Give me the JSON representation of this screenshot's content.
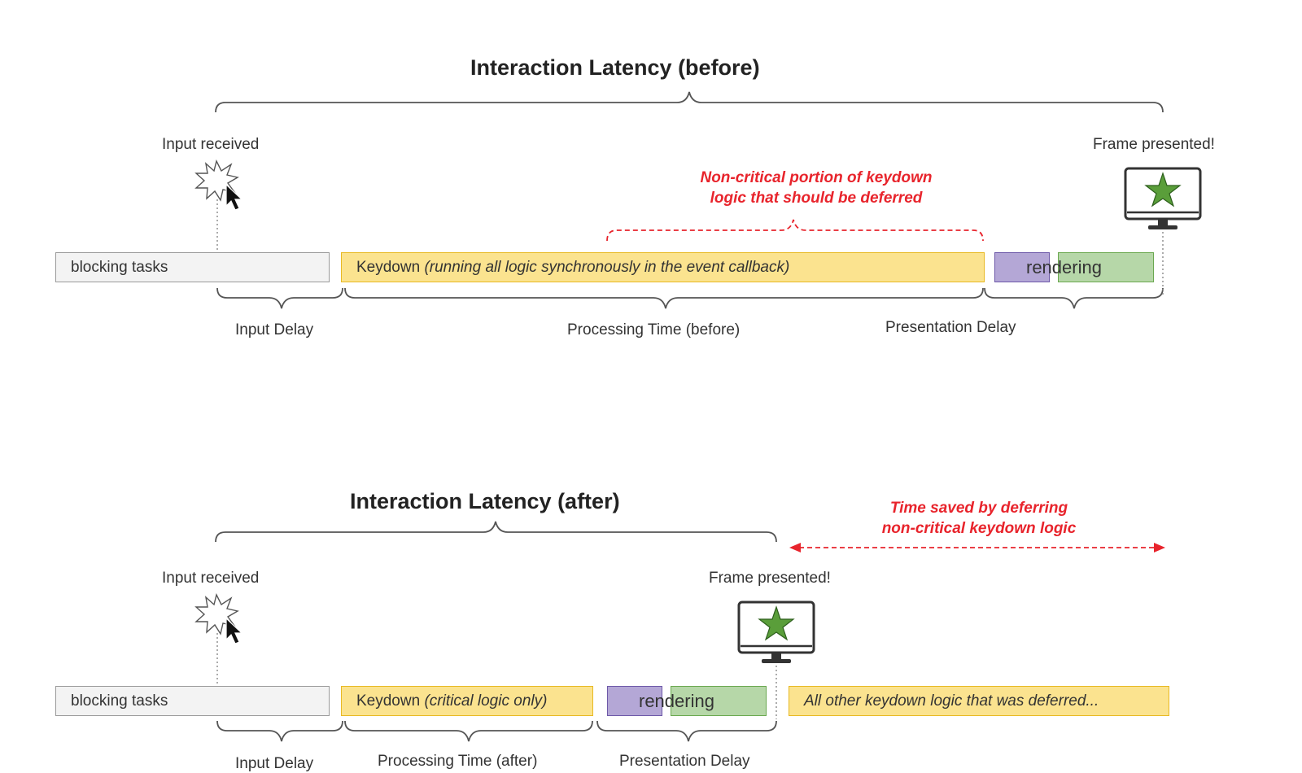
{
  "before": {
    "title": "Interaction Latency (before)",
    "input_received": "Input received",
    "frame_presented": "Frame presented!",
    "blocking_tasks": "blocking tasks",
    "keydown_label": "Keydown ",
    "keydown_detail": "(running all logic synchronously in the event callback)",
    "rendering": "rendering",
    "input_delay": "Input Delay",
    "processing_time": "Processing Time (before)",
    "presentation_delay": "Presentation Delay",
    "note_line1": "Non-critical portion of keydown",
    "note_line2": "logic that should be deferred"
  },
  "after": {
    "title": "Interaction Latency (after)",
    "input_received": "Input received",
    "frame_presented": "Frame presented!",
    "blocking_tasks": "blocking tasks",
    "keydown_label": "Keydown ",
    "keydown_detail": "(critical logic only)",
    "rendering": "rendering",
    "deferred_logic": "All other keydown logic that was deferred...",
    "input_delay": "Input Delay",
    "processing_time": "Processing Time (after)",
    "presentation_delay": "Presentation Delay",
    "note_line1": "Time saved by deferring",
    "note_line2": "non-critical keydown logic"
  },
  "icons": [
    "starburst-icon",
    "cursor-icon",
    "monitor-icon",
    "star-icon"
  ],
  "colors": {
    "accent_red": "#e8242c",
    "keydown_yellow": "#fbe38f",
    "blocking_gray": "#f3f3f3",
    "rendering_purple": "#b4a7d6",
    "rendering_green": "#b6d7a8",
    "star_green": "#5a9e3a"
  }
}
